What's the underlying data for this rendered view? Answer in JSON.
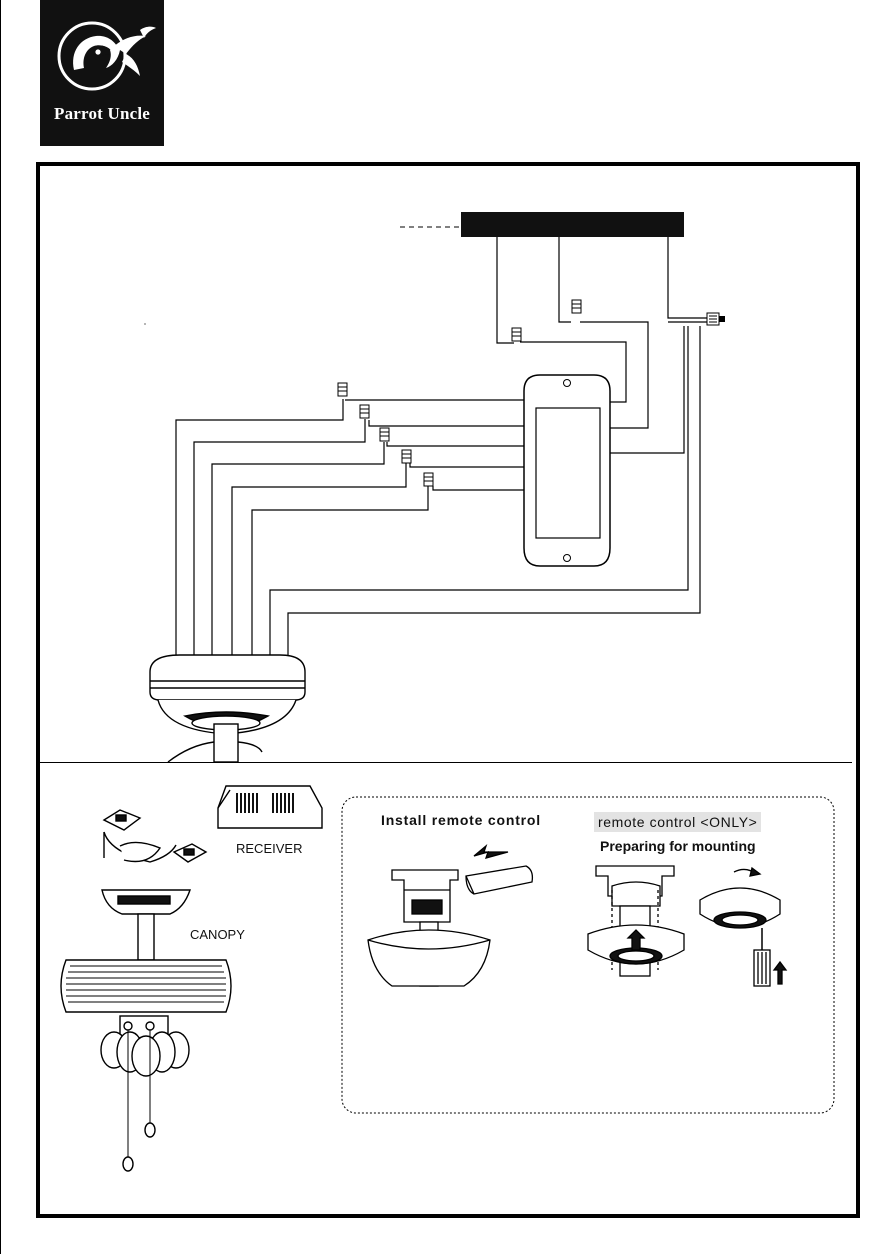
{
  "brand": {
    "logo_text": "Parrot Uncle",
    "logo_icon": "parrot-head-icon",
    "background_color": "#111111"
  },
  "wiring_diagram": {
    "icons": [
      "wire-nut-icon",
      "receiver-box-icon",
      "canopy-icon",
      "plug-connector-icon"
    ]
  },
  "install_panel": {
    "labels": {
      "receiver": "RECEIVER",
      "canopy": "CANOPY"
    },
    "callout": {
      "install_title": "Install remote control",
      "only_tag": "remote control <ONLY>",
      "preparing_title": "Preparing for mounting"
    }
  }
}
